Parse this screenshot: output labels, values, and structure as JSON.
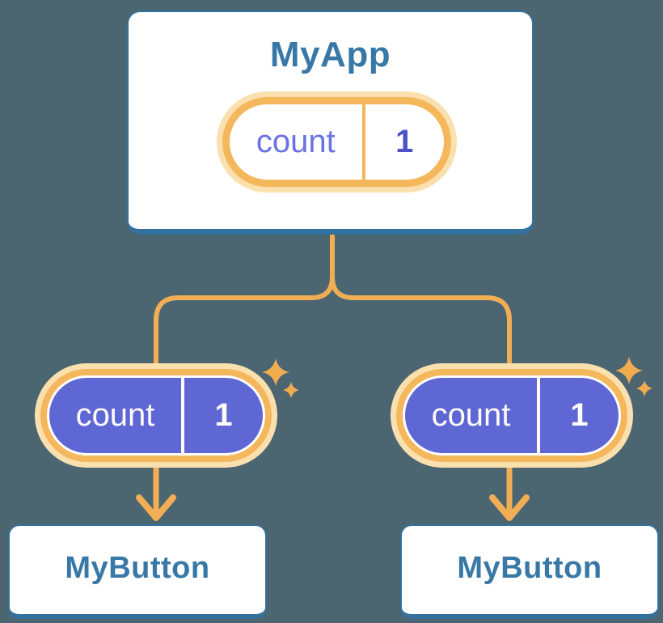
{
  "diagram": {
    "description": "Component tree sharing state from parent to children",
    "root": {
      "title": "MyApp",
      "state": {
        "label": "count",
        "value": "1"
      }
    },
    "children": [
      {
        "title": "MyButton",
        "prop": {
          "label": "count",
          "value": "1"
        }
      },
      {
        "title": "MyButton",
        "prop": {
          "label": "count",
          "value": "1"
        }
      }
    ],
    "icons": {
      "sparkle": "four-point-star"
    },
    "colors": {
      "background": "#4C6671",
      "card_fill": "#FFFFFF",
      "card_border_blue": "#35719D",
      "title_text_blue": "#3878A6",
      "connector_orange": "#F1AE54",
      "pill_ring_orange": "#F5B75C",
      "pill_halo_orange": "#FBE0AF",
      "pill_purple": "#5E67D4",
      "state_label_purple": "#6A72E4",
      "state_value_purple": "#4C52C6",
      "pill_text_white": "#FDFBF7",
      "sparkle_orange": "#F2AC50"
    }
  }
}
